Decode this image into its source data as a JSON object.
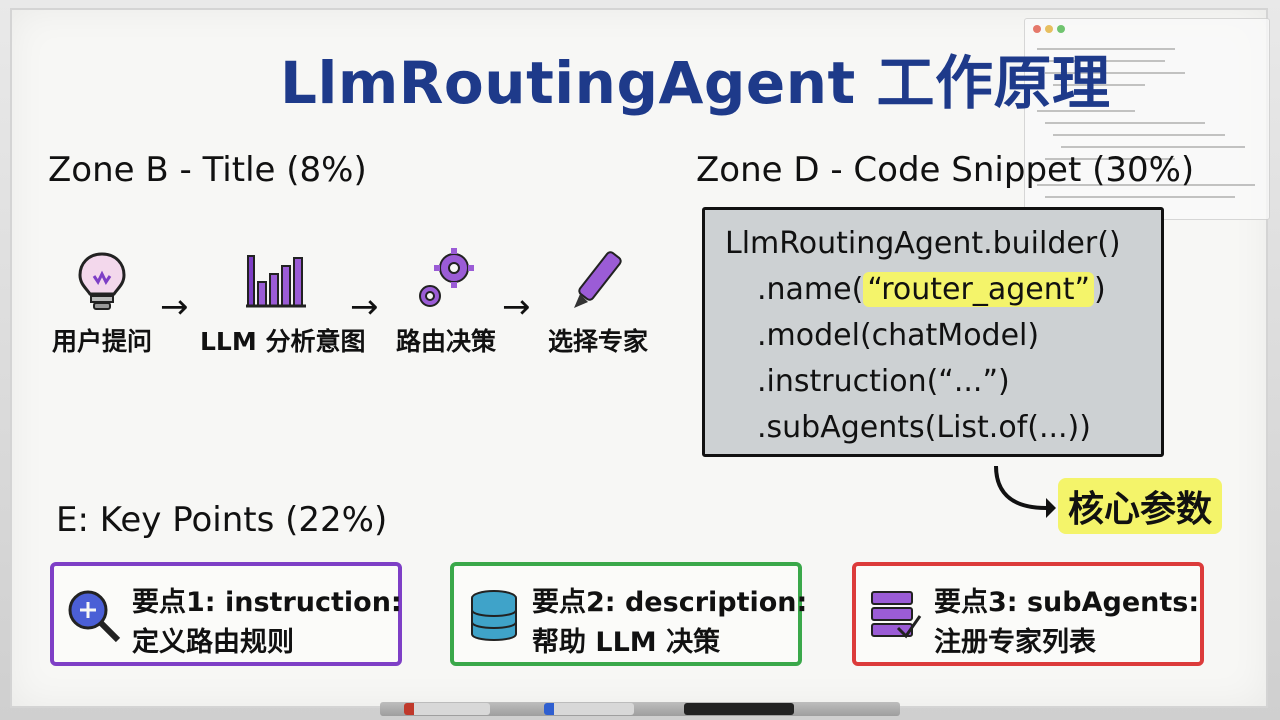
{
  "title": "LlmRoutingAgent 工作原理",
  "zones": {
    "b": "Zone B - Title (8%)",
    "d": "Zone D - Code Snippet (30%)",
    "e": "E:  Key Points (22%)"
  },
  "flow": {
    "steps": [
      "用户提问",
      "LLM 分析意图",
      "路由决策",
      "选择专家"
    ],
    "icons": [
      "lightbulb-icon",
      "factory-chart-icon",
      "gears-icon",
      "marker-pen-icon"
    ]
  },
  "code": {
    "line1": "LlmRoutingAgent.builder()",
    "line2_prefix": ".name(",
    "line2_highlight": "“router_agent”",
    "line2_suffix": ")",
    "line3": ".model(chatModel)",
    "line4": ".instruction(“...”)",
    "line5": ".subAgents(List.of(...))"
  },
  "core_params": "核心参数",
  "key_points": [
    {
      "line1": "要点1: instruction:",
      "line2": "定义路由规则",
      "color": "#7e3fc6",
      "icon": "magnifier-icon"
    },
    {
      "line1": "要点2: description:",
      "line2": "帮助 LLM 决策",
      "color": "#3aa84a",
      "icon": "database-icon"
    },
    {
      "line1": "要点3: subAgents:",
      "line2": "注册专家列表",
      "color": "#dc3b3b",
      "icon": "server-list-icon"
    }
  ],
  "colors": {
    "title": "#1e3a8a",
    "highlight": "#f4f46a",
    "code_bg": "#cdd1d3"
  }
}
